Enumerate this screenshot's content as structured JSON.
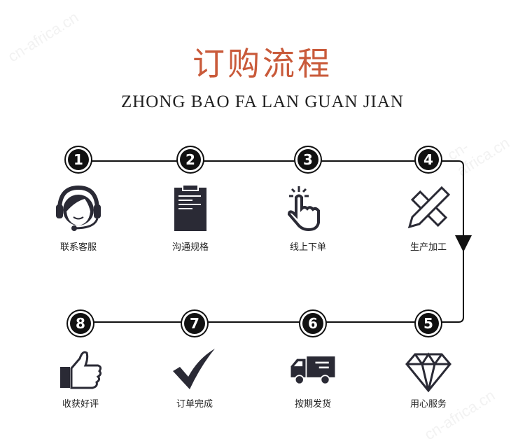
{
  "watermark": "cn-africa.cn",
  "title": "订购流程",
  "subtitle": "ZHONG BAO FA LAN GUAN JIAN",
  "colors": {
    "title": "#c95a3a",
    "icon": "#2a2a35"
  },
  "steps": [
    {
      "num": "1",
      "label": "联系客服",
      "icon": "headset-agent-icon"
    },
    {
      "num": "2",
      "label": "沟通规格",
      "icon": "clipboard-icon"
    },
    {
      "num": "3",
      "label": "线上下单",
      "icon": "hand-tap-icon"
    },
    {
      "num": "4",
      "label": "生产加工",
      "icon": "ruler-pencil-icon"
    },
    {
      "num": "5",
      "label": "用心服务",
      "icon": "diamond-icon"
    },
    {
      "num": "6",
      "label": "按期发货",
      "icon": "truck-icon"
    },
    {
      "num": "7",
      "label": "订单完成",
      "icon": "checkmark-icon"
    },
    {
      "num": "8",
      "label": "收获好评",
      "icon": "thumbs-up-icon"
    }
  ]
}
